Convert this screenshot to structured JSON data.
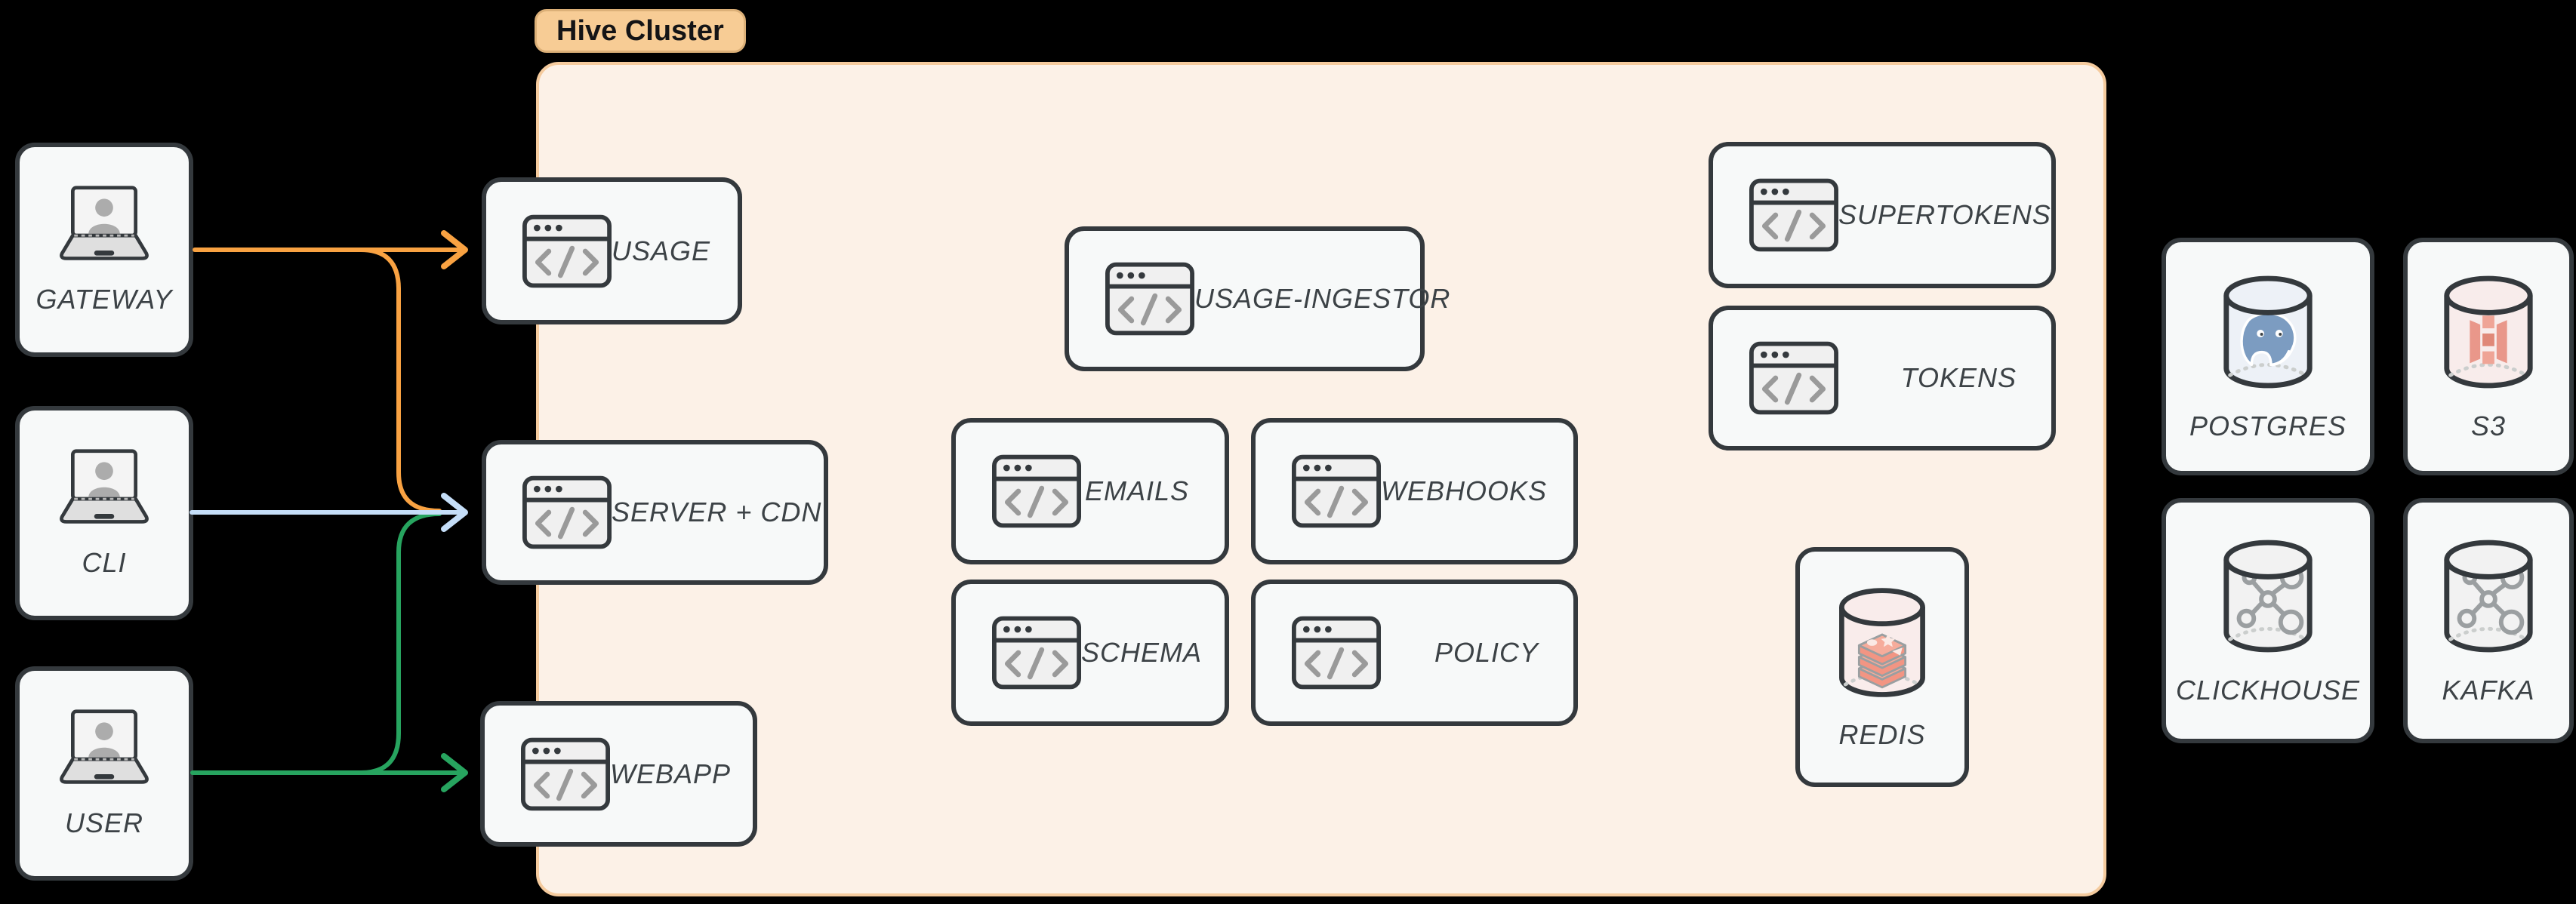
{
  "diagram": {
    "cluster_label": "Hive Cluster"
  },
  "clients": {
    "gateway": {
      "label": "GATEWAY"
    },
    "cli": {
      "label": "CLI"
    },
    "user": {
      "label": "USER"
    }
  },
  "services": {
    "usage": {
      "label": "USAGE"
    },
    "server_cdn": {
      "label": "SERVER + CDN"
    },
    "webapp": {
      "label": "WEBAPP"
    },
    "usage_ingestor": {
      "label": "USAGE-INGESTOR"
    },
    "emails": {
      "label": "EMAILS"
    },
    "webhooks": {
      "label": "WEBHOOKS"
    },
    "schema": {
      "label": "SCHEMA"
    },
    "policy": {
      "label": "POLICY"
    },
    "supertokens": {
      "label": "SUPERTOKENS"
    },
    "tokens": {
      "label": "TOKENS"
    },
    "redis": {
      "label": "REDIS"
    }
  },
  "datastores": {
    "postgres": {
      "label": "POSTGRES"
    },
    "s3": {
      "label": "S3"
    },
    "clickhouse": {
      "label": "CLICKHOUSE"
    },
    "kafka": {
      "label": "KAFKA"
    }
  },
  "edges": [
    {
      "from": "GATEWAY",
      "to": "USAGE",
      "color": "#F9A242"
    },
    {
      "from": "GATEWAY",
      "to": "SERVER + CDN",
      "color": "#F9A242"
    },
    {
      "from": "CLI",
      "to": "SERVER + CDN",
      "color": "#C5DEF8"
    },
    {
      "from": "USER",
      "to": "SERVER + CDN",
      "color": "#27A45F"
    },
    {
      "from": "USER",
      "to": "WEBAPP",
      "color": "#27A45F"
    }
  ],
  "colors": {
    "background": "#000000",
    "cluster_fill": "#FCF1E7",
    "cluster_border": "#F5CB9E",
    "tag_fill": "#F7CC95",
    "node_fill": "#F7F9F9",
    "node_border": "#34393D",
    "label_text": "#3C4246",
    "edge_orange": "#F9A242",
    "edge_blue": "#C5DEF8",
    "edge_green": "#27A45F"
  }
}
